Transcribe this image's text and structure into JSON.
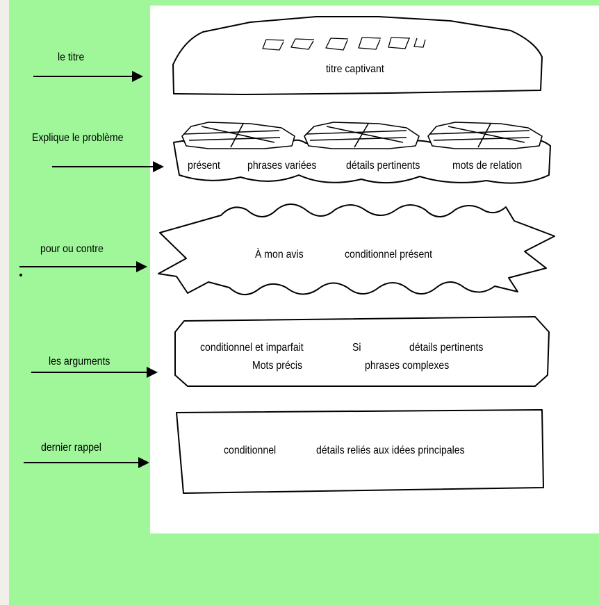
{
  "colors": {
    "background": "#9ff79a",
    "panel": "#ffffff",
    "outer": "#f0efe9"
  },
  "layers": [
    {
      "label": "le titre",
      "items": [
        "titre captivant"
      ]
    },
    {
      "label": "Explique le problème",
      "items": [
        "présent",
        "phrases variées",
        "détails pertinents",
        "mots de relation"
      ]
    },
    {
      "label": "pour ou contre",
      "items": [
        "À mon avis",
        "conditionnel présent"
      ]
    },
    {
      "label": "les arguments",
      "items": [
        "conditionnel et imparfait",
        "Si",
        "détails pertinents",
        "Mots précis",
        "phrases complexes"
      ]
    },
    {
      "label": "dernier rappel",
      "items": [
        "conditionnel",
        "détails reliés aux idées principales"
      ]
    }
  ]
}
